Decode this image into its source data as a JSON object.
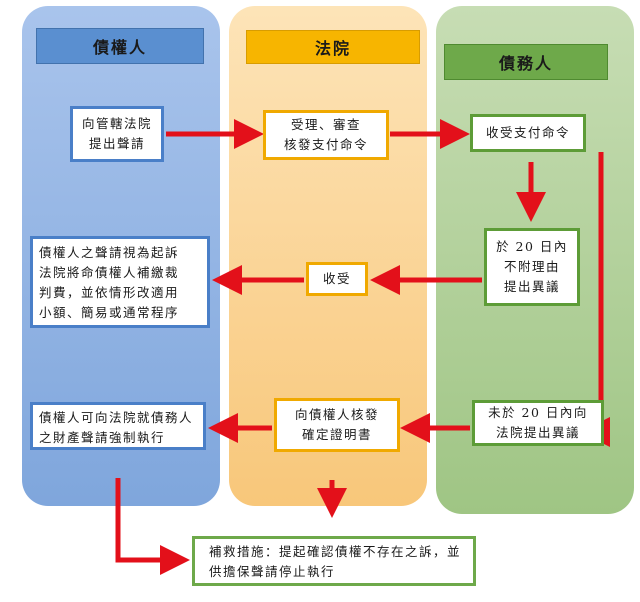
{
  "lanes": {
    "creditor": "債權人",
    "court": "法院",
    "debtor": "債務人"
  },
  "boxes": {
    "apply": [
      "向管轄法院",
      "提出聲請"
    ],
    "accept": [
      "受理、審查",
      "核發支付命令"
    ],
    "receive": "收受支付命令",
    "objection_window": [
      "於 20 日內",
      "不附理由",
      "提出異議"
    ],
    "collect": "收受",
    "lawsuit": [
      "債權人之聲請視為起訴",
      "法院將命債權人補繳裁",
      "判費，並依情形改適用",
      "小額、簡易或通常程序"
    ],
    "no_objection": [
      "未於 20 日內向",
      "法院提出異議"
    ],
    "certify": [
      "向債權人核發",
      "確定證明書"
    ],
    "enforce": [
      "債權人可向法院就債務人",
      "之財產聲請強制執行"
    ],
    "remedy": [
      "補救措施：提起確認債權不存在之訴，並",
      "供擔保聲請停止執行"
    ]
  },
  "colors": {
    "arrow": "#e3101a",
    "creditor_lane": "#8fb1e2",
    "court_lane": "#fbd699",
    "debtor_lane": "#b1d197",
    "creditor_header": "#5a8fd0",
    "court_header": "#f7b500",
    "debtor_header": "#6ea94a"
  }
}
